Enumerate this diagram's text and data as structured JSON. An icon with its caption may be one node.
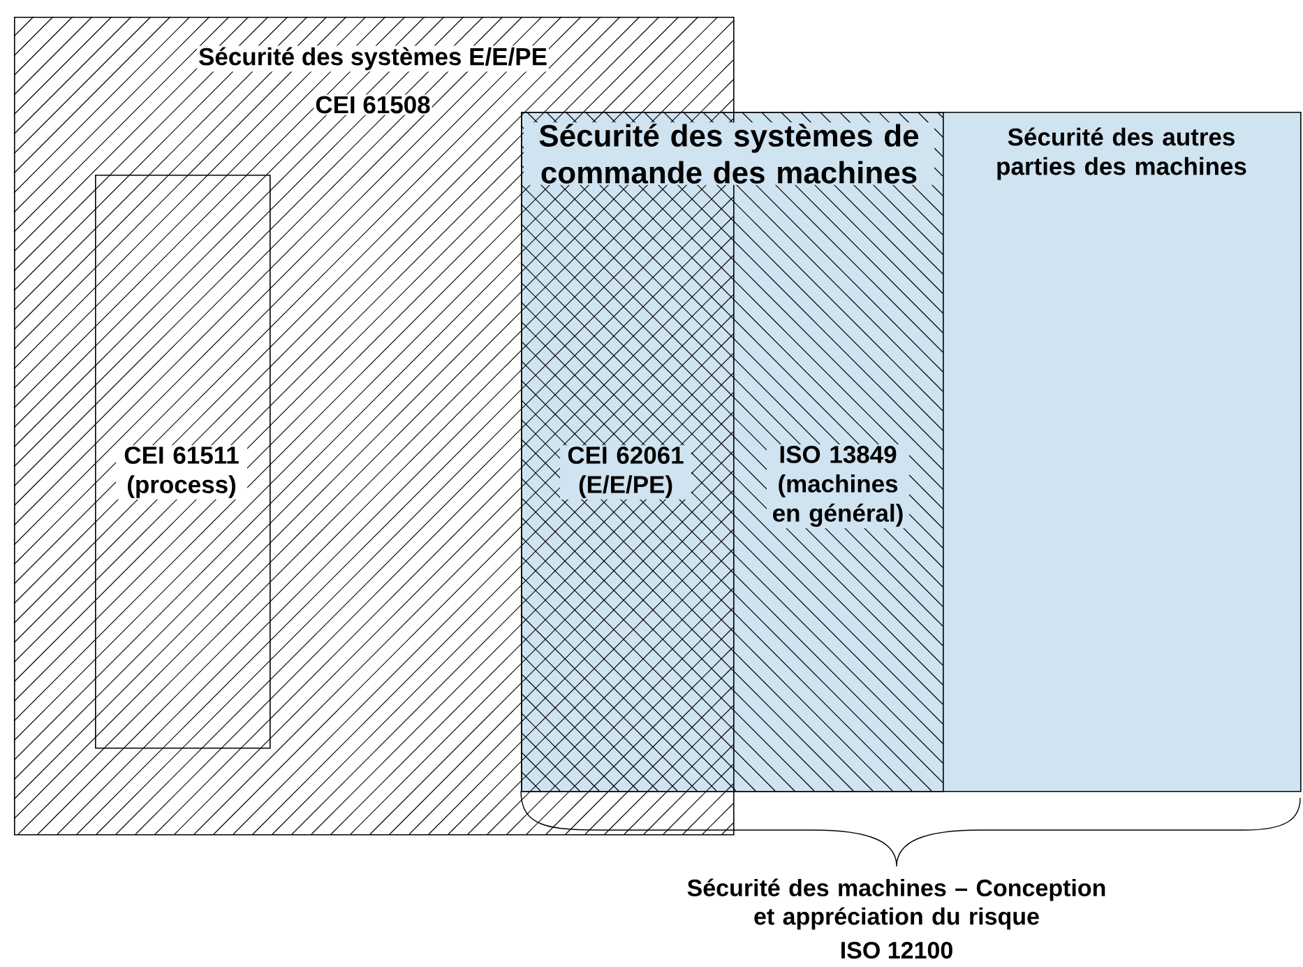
{
  "diagram": {
    "nodes": [
      {
        "text": [
          "Sécurité des systèmes E/E/PE",
          "CEI 61508"
        ]
      },
      {
        "text": [
          "CEI 61511 (process)"
        ],
        "in": 0
      },
      {
        "text": [],
        "shape": "box"
      },
      {
        "text": [
          "Sécurité des systèmes de commande des machines",
          "ISO 13849 (machines en général)"
        ],
        "in": 2
      },
      {
        "text": [
          "Sécurité des autres parties des machines"
        ],
        "in": 2
      }
    ],
    "labels": [
      "CEI 62061 (E/E/PE)",
      "Sécurité des machines – Conception et appréciation du risque",
      "ISO 12100"
    ]
  }
}
